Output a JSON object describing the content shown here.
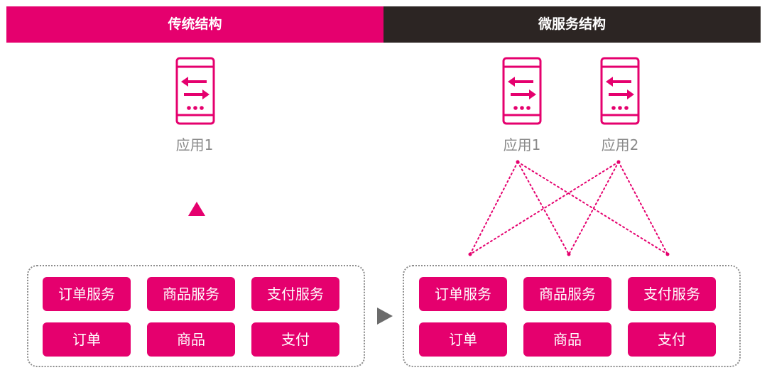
{
  "header": {
    "left_title": "传统结构",
    "right_title": "微服务结构"
  },
  "traditional": {
    "app_label": "应用1",
    "services": [
      "订单服务",
      "商品服务",
      "支付服务"
    ],
    "data": [
      "订单",
      "商品",
      "支付"
    ]
  },
  "microservice": {
    "apps": [
      {
        "label": "应用1"
      },
      {
        "label": "应用2"
      }
    ],
    "services": [
      "订单服务",
      "商品服务",
      "支付服务"
    ],
    "data": [
      "订单",
      "商品",
      "支付"
    ]
  },
  "colors": {
    "accent": "#e5006e",
    "dark": "#2c2523",
    "label_gray": "#8a8a8a",
    "arrow_gray": "#6b6b6b",
    "border_gray": "#8c8c8c"
  },
  "icons": {
    "app": "phone-transfer-icon",
    "up_arrow": "triangle-up-icon",
    "right_arrow": "triangle-right-icon"
  }
}
